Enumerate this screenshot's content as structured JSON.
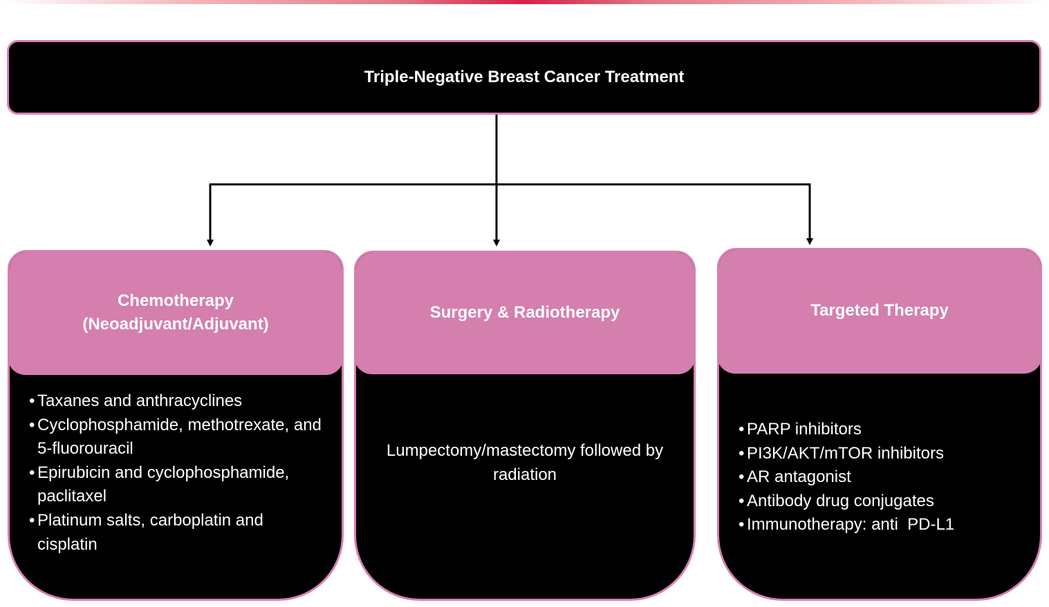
{
  "title": "Triple-Negative Breast Cancer Treatment",
  "colors": {
    "box_fill": "#000000",
    "header_fill": "#d47fad",
    "border": "#d77fb0",
    "accent_strip": "#d81e47",
    "text": "#ffffff"
  },
  "branches": [
    {
      "title_line1": "Chemotherapy",
      "title_line2": "(Neoadjuvant/Adjuvant)",
      "items": [
        "Taxanes and anthracyclines",
        "Cyclophosphamide, methotrexate, and 5-fluorouracil",
        "Epirubicin and cyclophosphamide, paclitaxel",
        "Platinum salts, carboplatin and cisplatin"
      ]
    },
    {
      "title": "Surgery & Radiotherapy",
      "text": "Lumpectomy/mastectomy followed by radiation"
    },
    {
      "title": "Targeted Therapy",
      "items": [
        "PARP inhibitors",
        "PI3K/AKT/mTOR inhibitors",
        "AR antagonist",
        "Antibody drug conjugates",
        "Immunotherapy: anti  PD-L1"
      ]
    }
  ]
}
